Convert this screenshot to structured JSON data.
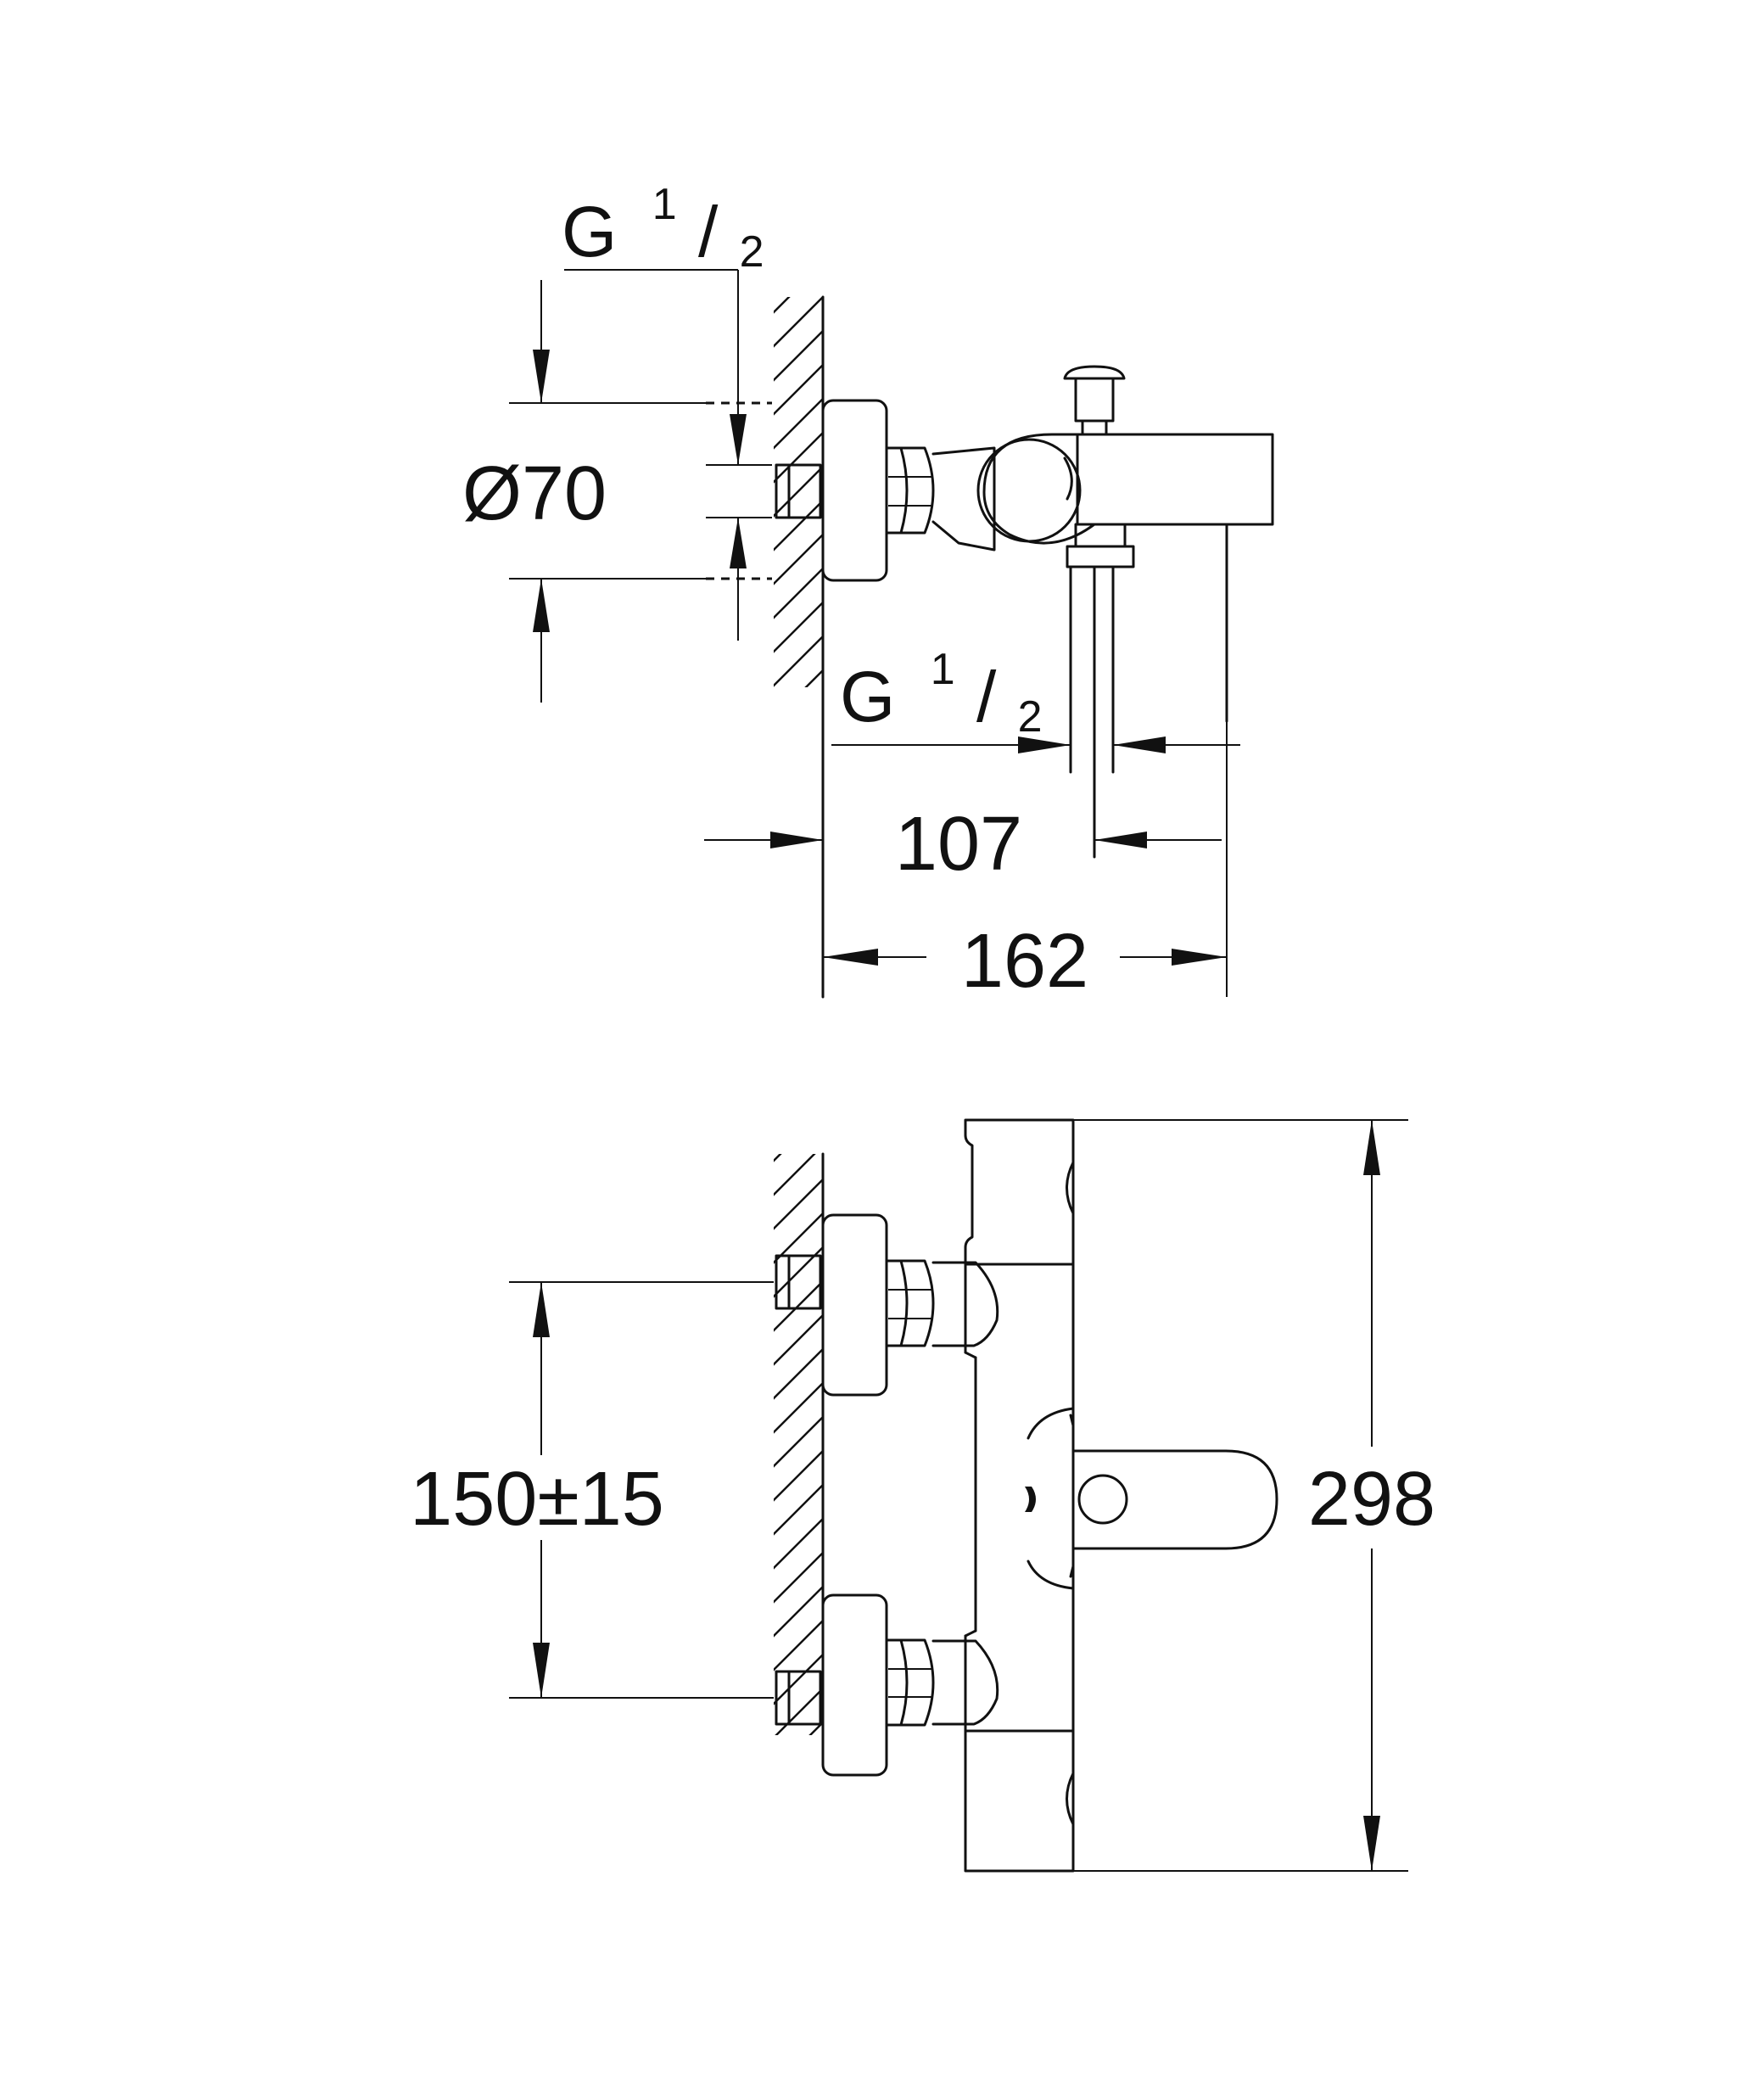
{
  "dimensions": {
    "thread_top": {
      "letter": "G",
      "numerator": "1",
      "slash": "/",
      "denominator": "2"
    },
    "diameter": "Ø70",
    "thread_outlet": {
      "letter": "G",
      "numerator": "1",
      "slash": "/",
      "denominator": "2"
    },
    "outlet_distance": "107",
    "depth": "162",
    "inlet_spacing": "150±15",
    "height": "298"
  }
}
